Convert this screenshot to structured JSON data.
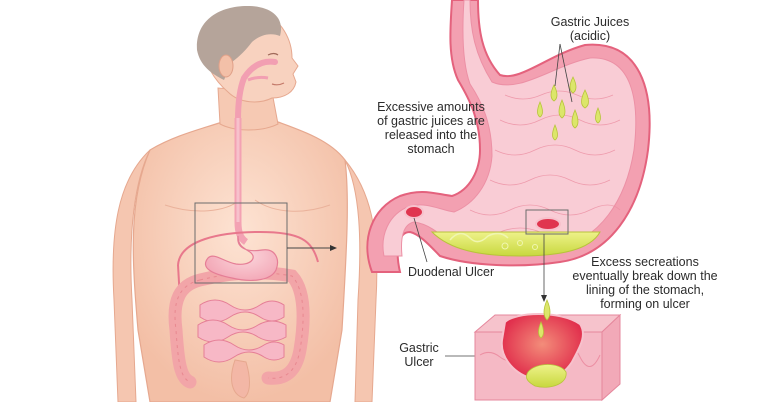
{
  "diagram": {
    "type": "medical-illustration",
    "subject": "peptic ulcer formation",
    "labels": {
      "excessive_juices": [
        "Excessive amounts",
        "of gastric juices are",
        "released into the",
        "stomach"
      ],
      "gastric_juices": [
        "Gastric Juices",
        "(acidic)"
      ],
      "duodenal_ulcer": "Duodenal Ulcer",
      "excess_secretions": [
        "Excess secreations",
        "eventually break down the",
        "lining of the stomach,",
        "forming on ulcer"
      ],
      "gastric_ulcer": [
        "Gastric",
        "Ulcer"
      ]
    },
    "colors": {
      "skin": "#f6cdb8",
      "skin_shadow": "#e9a690",
      "hair": "#b0a096",
      "stomach_outer": "#f39cae",
      "stomach_inner": "#f8c3cc",
      "stomach_wall": "#e45d7a",
      "acid": "#d7e35a",
      "ulcer": "#e0354f",
      "line": "#555555"
    }
  }
}
